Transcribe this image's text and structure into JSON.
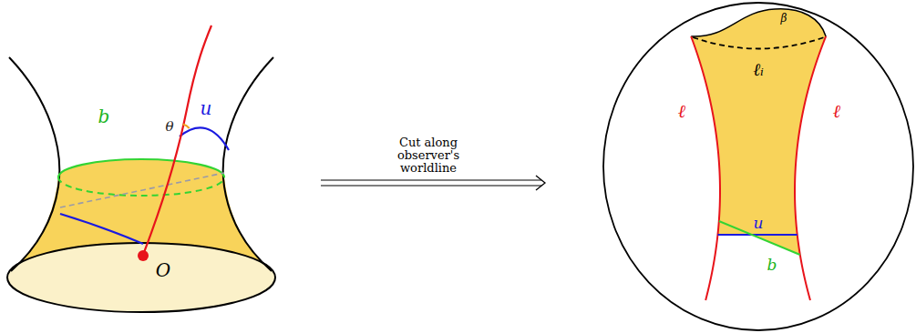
{
  "diagram": {
    "labels": [
      "b",
      "u",
      "θ",
      "O",
      "Cut along observer's worldline",
      "β",
      "ℓᵢ",
      "ℓ",
      "ℓ",
      "u",
      "b"
    ]
  }
}
